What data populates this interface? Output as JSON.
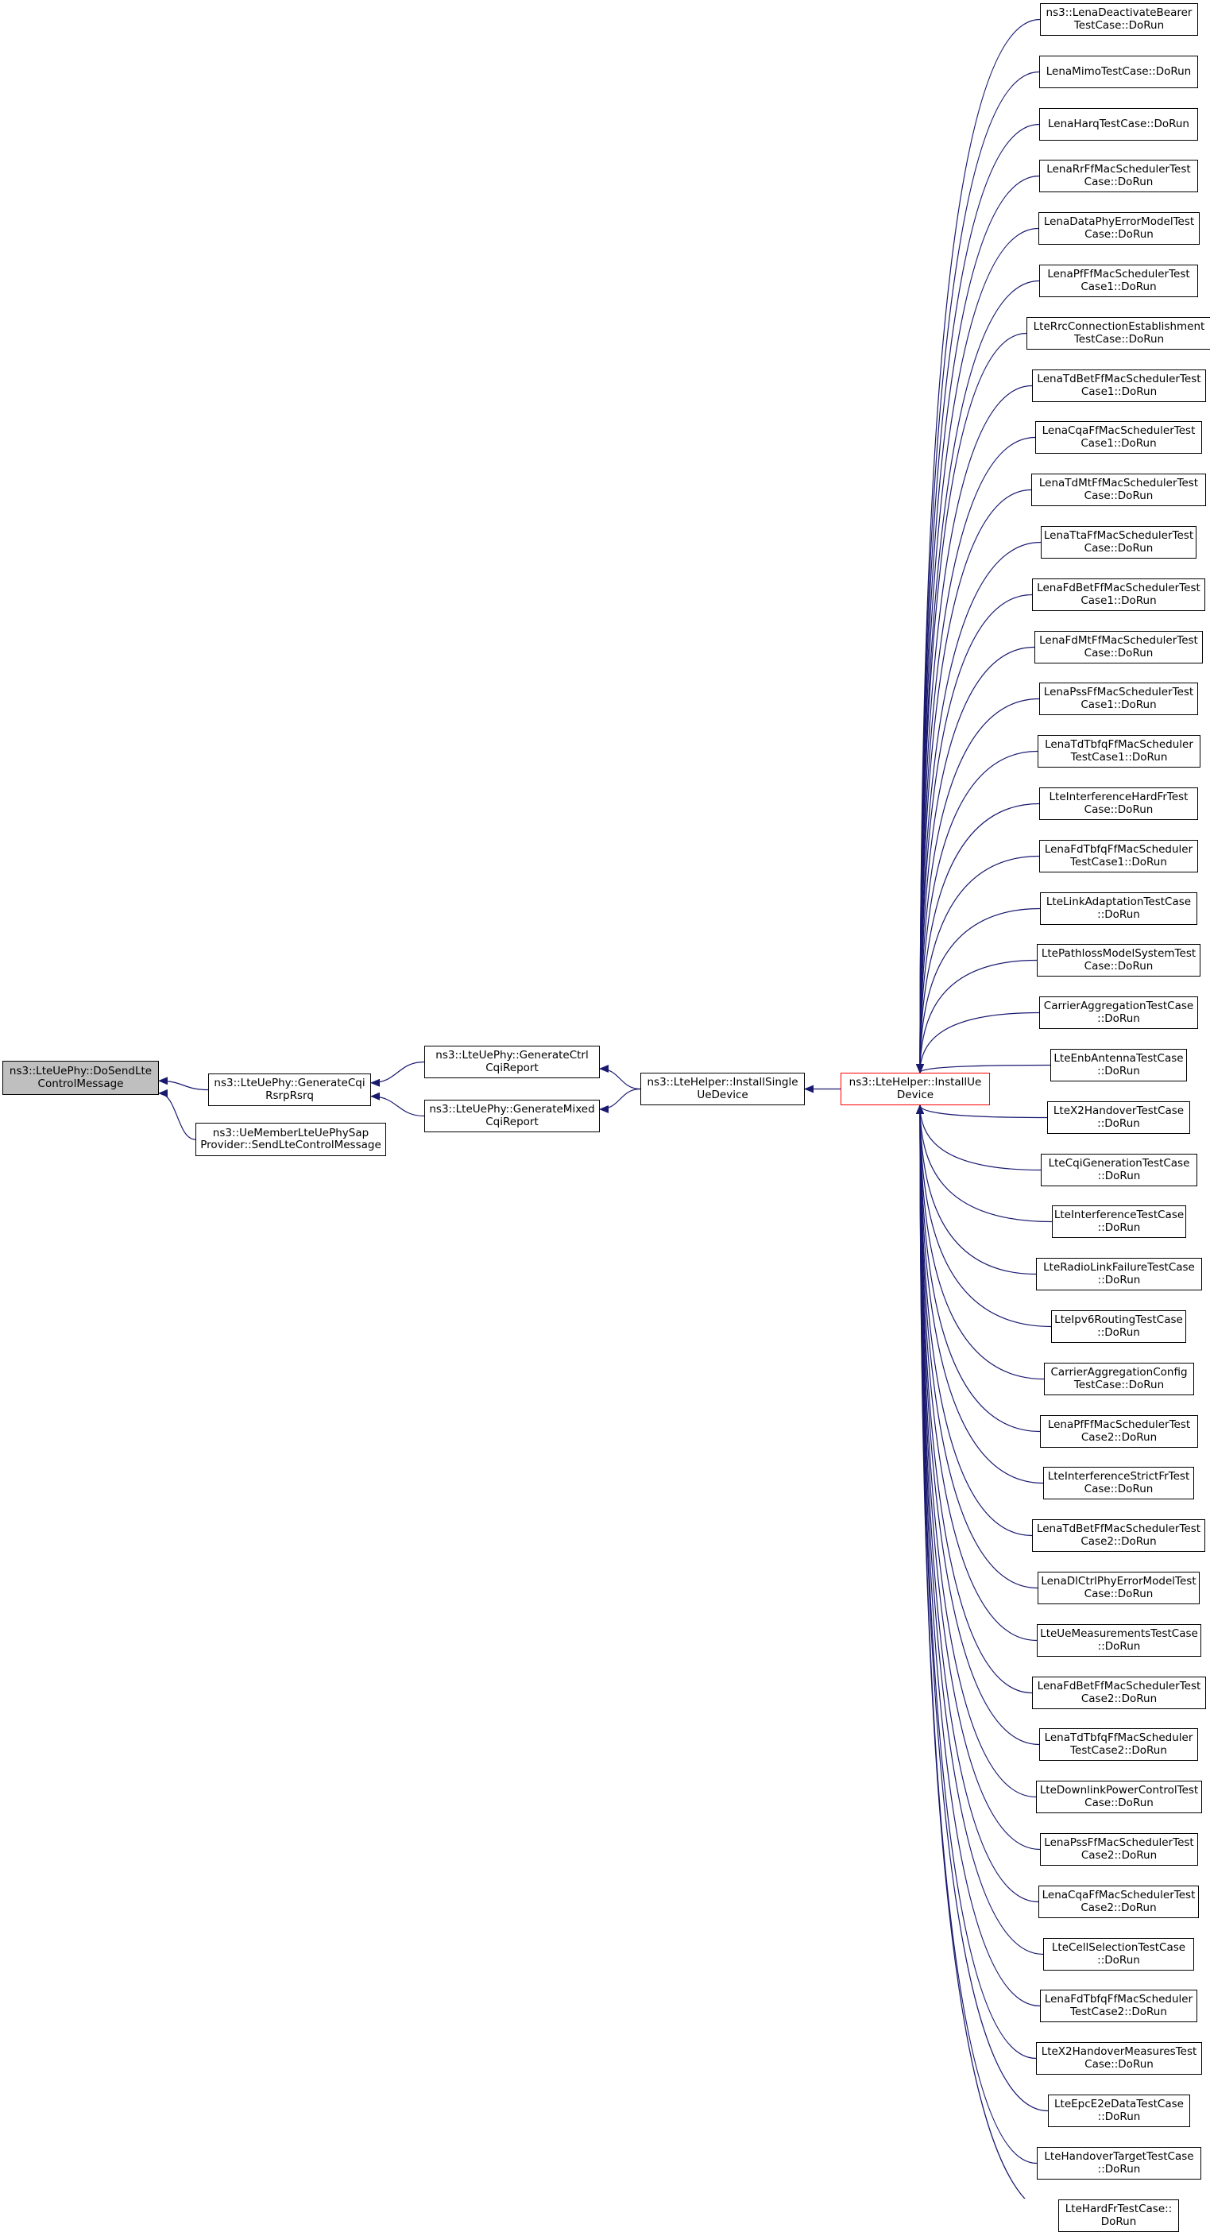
{
  "colors": {
    "edge": "#191970",
    "root_fill": "#bfbfbf",
    "highlight_border": "#ff0000",
    "node_border": "#000000"
  },
  "nodes": [
    {
      "id": "root",
      "lines": [
        "ns3::LteUePhy::DoSendLte",
        "ControlMessage"
      ]
    },
    {
      "id": "gen_cqi",
      "lines": [
        "ns3::LteUePhy::GenerateCqi",
        "RsrpRsrq"
      ]
    },
    {
      "id": "ue_member",
      "lines": [
        "ns3::UeMemberLteUePhySap",
        "Provider::SendLteControlMessage"
      ]
    },
    {
      "id": "gen_ctrl",
      "lines": [
        "ns3::LteUePhy::GenerateCtrl",
        "CqiReport"
      ]
    },
    {
      "id": "gen_mixed",
      "lines": [
        "ns3::LteUePhy::GenerateMixed",
        "CqiReport"
      ]
    },
    {
      "id": "install_single",
      "lines": [
        "ns3::LteHelper::InstallSingle",
        "UeDevice"
      ]
    },
    {
      "id": "install_ue",
      "lines": [
        "ns3::LteHelper::InstallUe",
        "Device"
      ]
    },
    {
      "id": "t0",
      "lines": [
        "ns3::LenaDeactivateBearer",
        "TestCase::DoRun"
      ]
    },
    {
      "id": "t1",
      "lines": [
        "LenaMimoTestCase::DoRun"
      ]
    },
    {
      "id": "t2",
      "lines": [
        "LenaHarqTestCase::DoRun"
      ]
    },
    {
      "id": "t3",
      "lines": [
        "LenaRrFfMacSchedulerTest",
        "Case::DoRun"
      ]
    },
    {
      "id": "t4",
      "lines": [
        "LenaDataPhyErrorModelTest",
        "Case::DoRun"
      ]
    },
    {
      "id": "t5",
      "lines": [
        "LenaPfFfMacSchedulerTest",
        "Case1::DoRun"
      ]
    },
    {
      "id": "t6",
      "lines": [
        "LteRrcConnectionEstablishment",
        "TestCase::DoRun"
      ]
    },
    {
      "id": "t7",
      "lines": [
        "LenaTdBetFfMacSchedulerTest",
        "Case1::DoRun"
      ]
    },
    {
      "id": "t8",
      "lines": [
        "LenaCqaFfMacSchedulerTest",
        "Case1::DoRun"
      ]
    },
    {
      "id": "t9",
      "lines": [
        "LenaTdMtFfMacSchedulerTest",
        "Case::DoRun"
      ]
    },
    {
      "id": "t10",
      "lines": [
        "LenaTtaFfMacSchedulerTest",
        "Case::DoRun"
      ]
    },
    {
      "id": "t11",
      "lines": [
        "LenaFdBetFfMacSchedulerTest",
        "Case1::DoRun"
      ]
    },
    {
      "id": "t12",
      "lines": [
        "LenaFdMtFfMacSchedulerTest",
        "Case::DoRun"
      ]
    },
    {
      "id": "t13",
      "lines": [
        "LenaPssFfMacSchedulerTest",
        "Case1::DoRun"
      ]
    },
    {
      "id": "t14",
      "lines": [
        "LenaTdTbfqFfMacScheduler",
        "TestCase1::DoRun"
      ]
    },
    {
      "id": "t15",
      "lines": [
        "LteInterferenceHardFrTest",
        "Case::DoRun"
      ]
    },
    {
      "id": "t16",
      "lines": [
        "LenaFdTbfqFfMacScheduler",
        "TestCase1::DoRun"
      ]
    },
    {
      "id": "t17",
      "lines": [
        "LteLinkAdaptationTestCase",
        "::DoRun"
      ]
    },
    {
      "id": "t18",
      "lines": [
        "LtePathlossModelSystemTest",
        "Case::DoRun"
      ]
    },
    {
      "id": "t19",
      "lines": [
        "CarrierAggregationTestCase",
        "::DoRun"
      ]
    },
    {
      "id": "t20",
      "lines": [
        "LteEnbAntennaTestCase",
        "::DoRun"
      ]
    },
    {
      "id": "t21",
      "lines": [
        "LteX2HandoverTestCase",
        "::DoRun"
      ]
    },
    {
      "id": "t22",
      "lines": [
        "LteCqiGenerationTestCase",
        "::DoRun"
      ]
    },
    {
      "id": "t23",
      "lines": [
        "LteInterferenceTestCase",
        "::DoRun"
      ]
    },
    {
      "id": "t24",
      "lines": [
        "LteRadioLinkFailureTestCase",
        "::DoRun"
      ]
    },
    {
      "id": "t25",
      "lines": [
        "LteIpv6RoutingTestCase",
        "::DoRun"
      ]
    },
    {
      "id": "t26",
      "lines": [
        "CarrierAggregationConfig",
        "TestCase::DoRun"
      ]
    },
    {
      "id": "t27",
      "lines": [
        "LenaPfFfMacSchedulerTest",
        "Case2::DoRun"
      ]
    },
    {
      "id": "t28",
      "lines": [
        "LteInterferenceStrictFrTest",
        "Case::DoRun"
      ]
    },
    {
      "id": "t29",
      "lines": [
        "LenaTdBetFfMacSchedulerTest",
        "Case2::DoRun"
      ]
    },
    {
      "id": "t30",
      "lines": [
        "LenaDlCtrlPhyErrorModelTest",
        "Case::DoRun"
      ]
    },
    {
      "id": "t31",
      "lines": [
        "LteUeMeasurementsTestCase",
        "::DoRun"
      ]
    },
    {
      "id": "t32",
      "lines": [
        "LenaFdBetFfMacSchedulerTest",
        "Case2::DoRun"
      ]
    },
    {
      "id": "t33",
      "lines": [
        "LenaTdTbfqFfMacScheduler",
        "TestCase2::DoRun"
      ]
    },
    {
      "id": "t34",
      "lines": [
        "LteDownlinkPowerControlTest",
        "Case::DoRun"
      ]
    },
    {
      "id": "t35",
      "lines": [
        "LenaPssFfMacSchedulerTest",
        "Case2::DoRun"
      ]
    },
    {
      "id": "t36",
      "lines": [
        "LenaCqaFfMacSchedulerTest",
        "Case2::DoRun"
      ]
    },
    {
      "id": "t37",
      "lines": [
        "LteCellSelectionTestCase",
        "::DoRun"
      ]
    },
    {
      "id": "t38",
      "lines": [
        "LenaFdTbfqFfMacScheduler",
        "TestCase2::DoRun"
      ]
    },
    {
      "id": "t39",
      "lines": [
        "LteX2HandoverMeasuresTest",
        "Case::DoRun"
      ]
    },
    {
      "id": "t40",
      "lines": [
        "LteEpcE2eDataTestCase",
        "::DoRun"
      ]
    },
    {
      "id": "t41",
      "lines": [
        "LteHandoverTargetTestCase",
        "::DoRun"
      ]
    },
    {
      "id": "t42",
      "lines": [
        "LteHardFrTestCase::",
        "DoRun"
      ]
    }
  ],
  "edges": [
    {
      "from": "gen_cqi",
      "to": "root"
    },
    {
      "from": "ue_member",
      "to": "root"
    },
    {
      "from": "gen_ctrl",
      "to": "gen_cqi"
    },
    {
      "from": "gen_mixed",
      "to": "gen_cqi"
    },
    {
      "from": "install_single",
      "to": "gen_ctrl"
    },
    {
      "from": "install_single",
      "to": "gen_mixed"
    },
    {
      "from": "install_ue",
      "to": "install_single"
    },
    {
      "from": "t0",
      "to": "install_ue"
    },
    {
      "from": "t1",
      "to": "install_ue"
    },
    {
      "from": "t2",
      "to": "install_ue"
    },
    {
      "from": "t3",
      "to": "install_ue"
    },
    {
      "from": "t4",
      "to": "install_ue"
    },
    {
      "from": "t5",
      "to": "install_ue"
    },
    {
      "from": "t6",
      "to": "install_ue"
    },
    {
      "from": "t7",
      "to": "install_ue"
    },
    {
      "from": "t8",
      "to": "install_ue"
    },
    {
      "from": "t9",
      "to": "install_ue"
    },
    {
      "from": "t10",
      "to": "install_ue"
    },
    {
      "from": "t11",
      "to": "install_ue"
    },
    {
      "from": "t12",
      "to": "install_ue"
    },
    {
      "from": "t13",
      "to": "install_ue"
    },
    {
      "from": "t14",
      "to": "install_ue"
    },
    {
      "from": "t15",
      "to": "install_ue"
    },
    {
      "from": "t16",
      "to": "install_ue"
    },
    {
      "from": "t17",
      "to": "install_ue"
    },
    {
      "from": "t18",
      "to": "install_ue"
    },
    {
      "from": "t19",
      "to": "install_ue"
    },
    {
      "from": "t20",
      "to": "install_ue"
    },
    {
      "from": "t21",
      "to": "install_ue"
    },
    {
      "from": "t22",
      "to": "install_ue"
    },
    {
      "from": "t23",
      "to": "install_ue"
    },
    {
      "from": "t24",
      "to": "install_ue"
    },
    {
      "from": "t25",
      "to": "install_ue"
    },
    {
      "from": "t26",
      "to": "install_ue"
    },
    {
      "from": "t27",
      "to": "install_ue"
    },
    {
      "from": "t28",
      "to": "install_ue"
    },
    {
      "from": "t29",
      "to": "install_ue"
    },
    {
      "from": "t30",
      "to": "install_ue"
    },
    {
      "from": "t31",
      "to": "install_ue"
    },
    {
      "from": "t32",
      "to": "install_ue"
    },
    {
      "from": "t33",
      "to": "install_ue"
    },
    {
      "from": "t34",
      "to": "install_ue"
    },
    {
      "from": "t35",
      "to": "install_ue"
    },
    {
      "from": "t36",
      "to": "install_ue"
    },
    {
      "from": "t37",
      "to": "install_ue"
    },
    {
      "from": "t38",
      "to": "install_ue"
    },
    {
      "from": "t39",
      "to": "install_ue"
    },
    {
      "from": "t40",
      "to": "install_ue"
    },
    {
      "from": "t41",
      "to": "install_ue"
    },
    {
      "from": "t42",
      "to": "install_ue"
    }
  ]
}
